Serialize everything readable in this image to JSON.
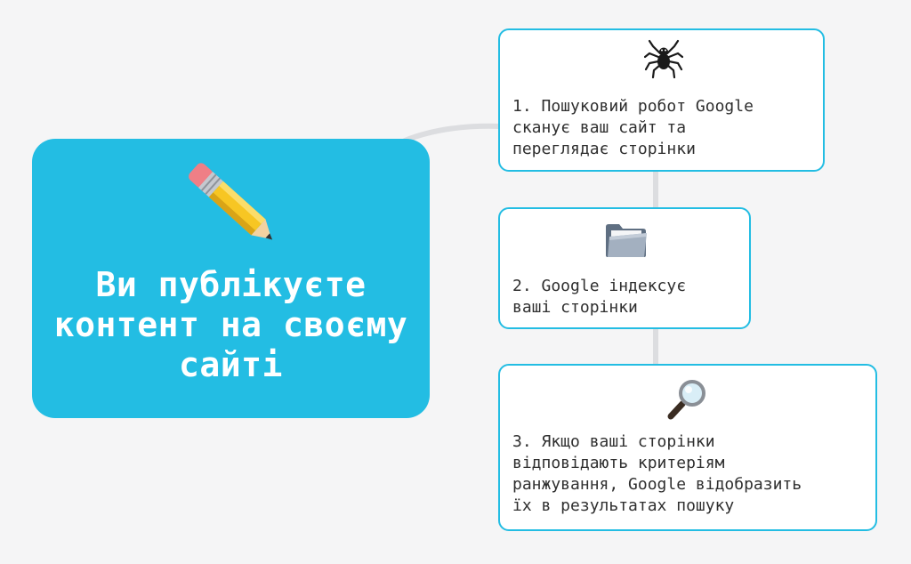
{
  "central": {
    "icon": "pencil-icon",
    "title": "Ви публікуєте\nконтент на своєму\nсайті",
    "color": "#23bde3"
  },
  "steps": [
    {
      "icon": "spider-icon",
      "text": "1. Пошуковий робот Google\nсканує ваш сайт та\nпереглядає сторінки"
    },
    {
      "icon": "folder-icon",
      "text": "2. Google індексує\nваші сторінки"
    },
    {
      "icon": "magnifier-icon",
      "text": "3. Якщо ваші сторінки\nвідповідають критеріям\nранжування, Google відобразить\nїх в результатах пошуку"
    }
  ],
  "colors": {
    "background": "#f5f5f6",
    "accent": "#23bde3",
    "connector": "#dcdde0",
    "card_text": "#2f2f2f"
  }
}
